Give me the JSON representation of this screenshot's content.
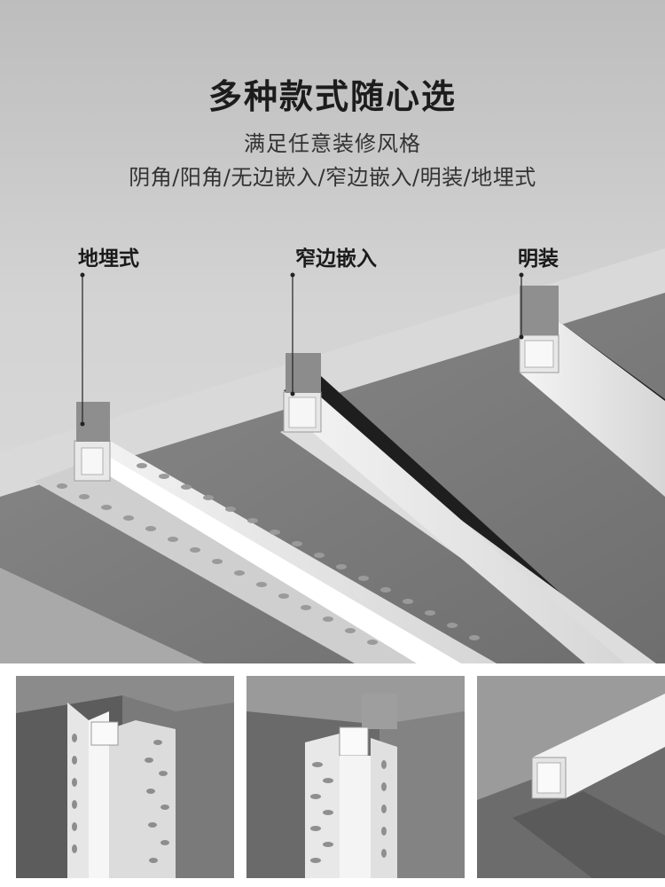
{
  "header": {
    "title": "多种款式随心选",
    "subtitle": "满足任意装修风格",
    "styles_line": "阴角/阳角/无边嵌入/窄边嵌入/明装/地埋式"
  },
  "callouts": [
    {
      "label": "地埋式"
    },
    {
      "label": "窄边嵌入"
    },
    {
      "label": "明装"
    }
  ]
}
